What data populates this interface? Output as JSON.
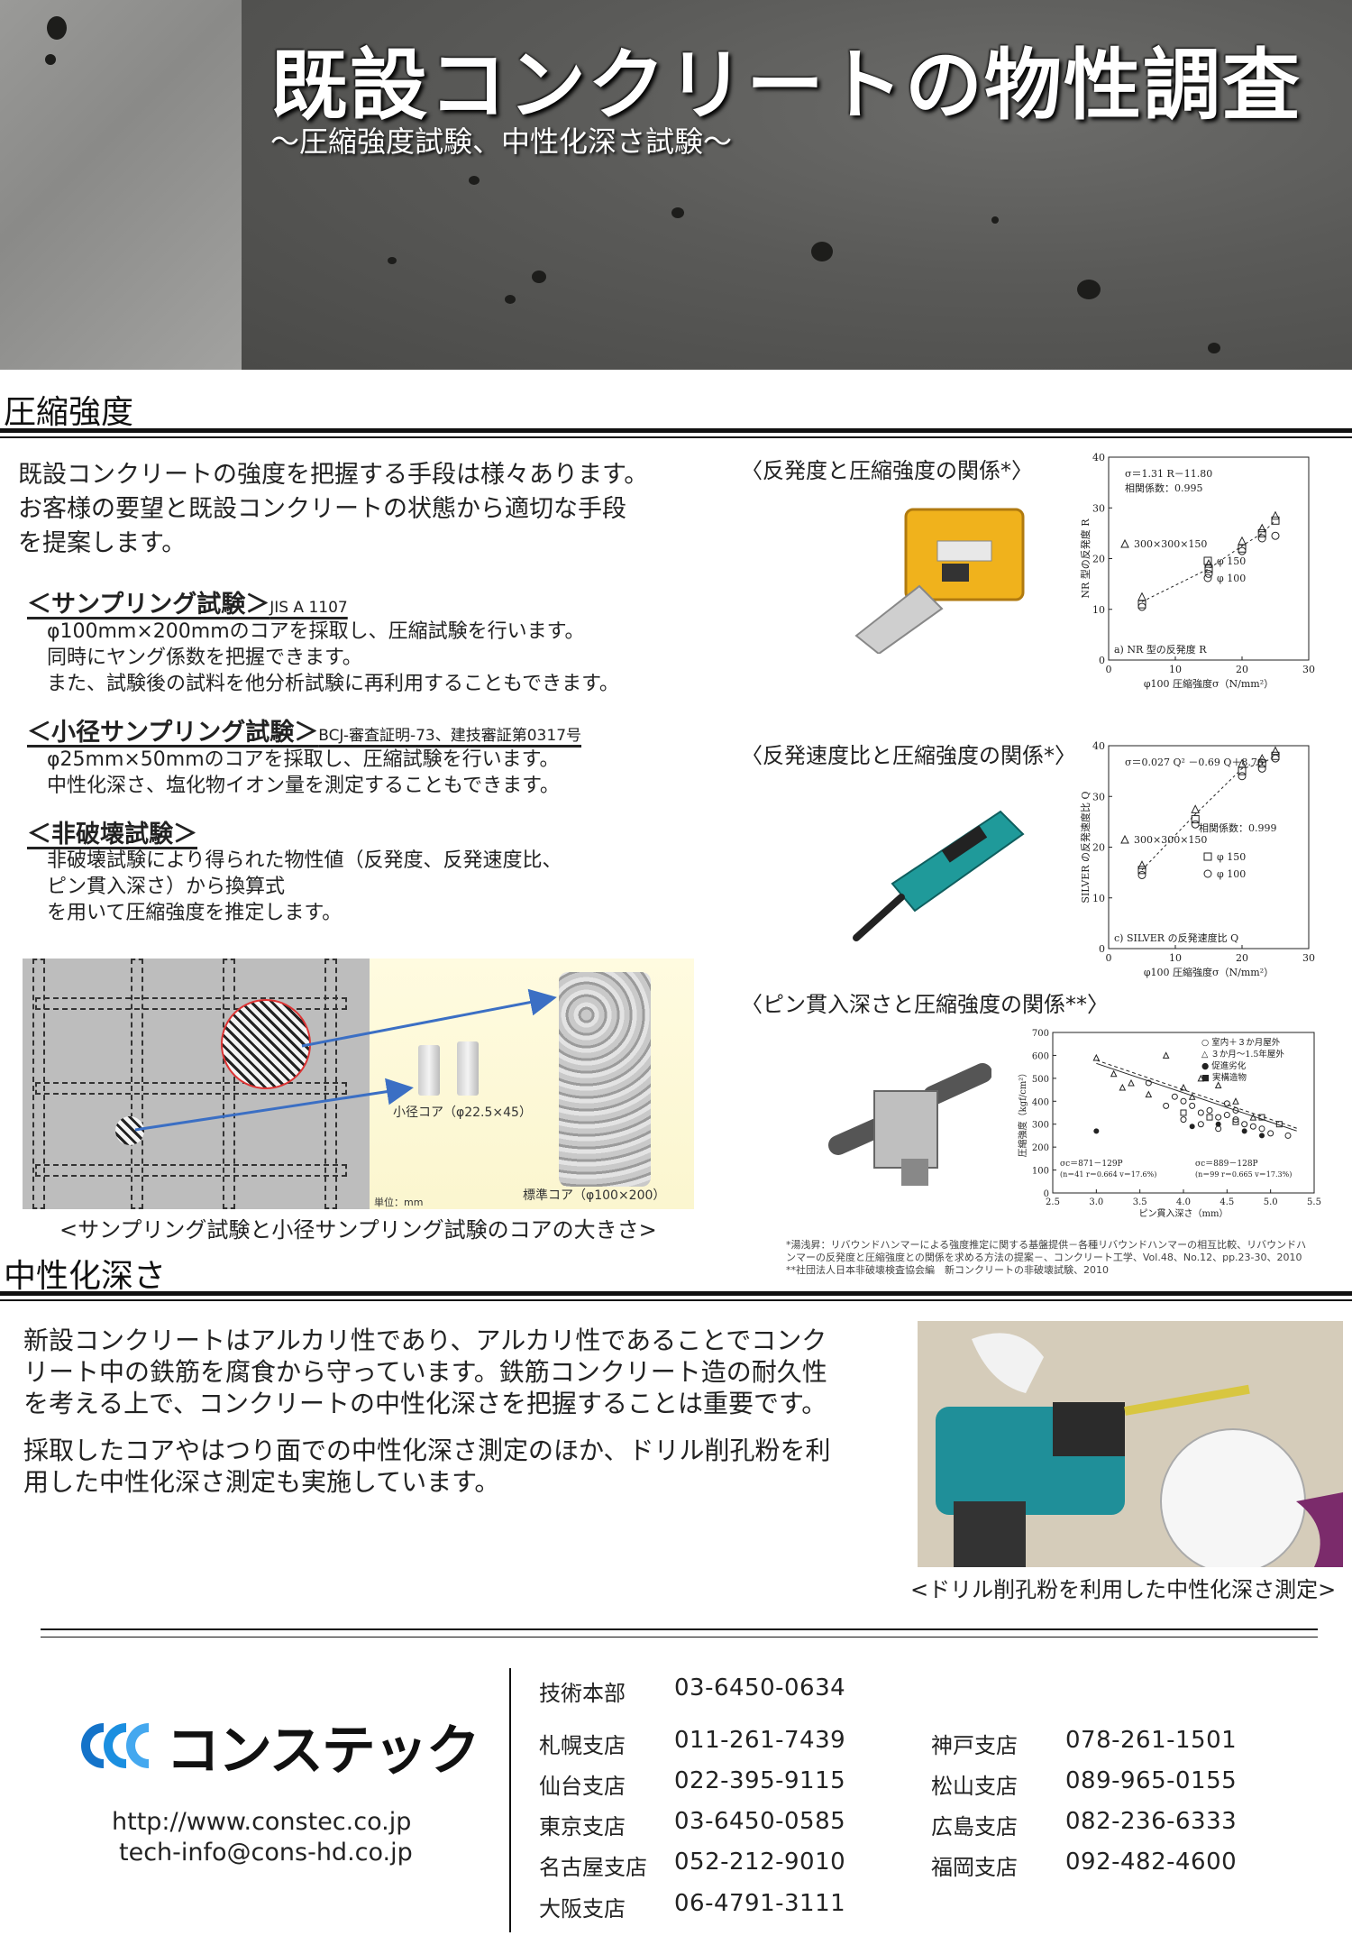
{
  "banner": {
    "title": "既設コンクリートの物性調査",
    "subtitle": "〜圧縮強度試験、中性化深さ試験〜"
  },
  "compression": {
    "heading": "圧縮強度",
    "intro": [
      "既設コンクリートの強度を把握する手段は様々あります。",
      "お客様の要望と既設コンクリートの状態から適切な手段",
      "を提案します。"
    ],
    "sampling": {
      "title": "＜サンプリング試験＞",
      "standard": "JIS A 1107",
      "lines": [
        "φ100mm×200mmのコアを採取し、圧縮試験を行います。",
        "同時にヤング係数を把握できます。",
        "また、試験後の試料を他分析試験に再利用することもできます。"
      ]
    },
    "small_sampling": {
      "title": "＜小径サンプリング試験＞",
      "standard": "BCJ-審査証明-73、建技審証第0317号",
      "lines": [
        "φ25mm×50mmのコアを採取し、圧縮試験を行います。",
        "中性化深さ、塩化物イオン量を測定することもできます。"
      ]
    },
    "nondestructive": {
      "title": "＜非破壊試験＞",
      "lines": [
        "非破壊試験により得られた物性値（反発度、反発速度比、",
        "ピン貫入深さ）から換算式",
        "を用いて圧縮強度を推定します。"
      ]
    },
    "core_figure": {
      "small_core_label": "小径コア（φ22.5×45）",
      "std_core_label": "標準コア（φ100×200）",
      "unit": "単位：mm",
      "caption": "<サンプリング試験と小径サンプリング試験のコアの大きさ>"
    }
  },
  "charts": [
    {
      "heading": "〈反発度と圧縮強度の関係*〉",
      "chart_data": {
        "type": "scatter",
        "title": "a)  NR 型の反発度 R",
        "xlabel": "φ100 圧縮強度σ（N/mm²）",
        "ylabel": "NR 型の反発度 R",
        "xlim": [
          0,
          30
        ],
        "ylim": [
          0,
          40
        ],
        "xticks": [
          "0",
          "10",
          "20",
          "30"
        ],
        "yticks": [
          "0",
          "10",
          "20",
          "30",
          "40"
        ],
        "equation": "σ＝1.31 R－11.80",
        "corr": "相関係数：0.995",
        "legend": [
          "300×300×150",
          "φ 150",
          "φ 100"
        ],
        "series": [
          {
            "name": "300×300×150",
            "marker": "triangle",
            "values": [
              [
                5,
                12.5
              ],
              [
                15,
                19
              ],
              [
                20,
                23.5
              ],
              [
                23,
                26
              ],
              [
                25,
                28.5
              ]
            ]
          },
          {
            "name": "φ 150",
            "marker": "square",
            "values": [
              [
                5,
                11
              ],
              [
                15,
                18
              ],
              [
                20,
                22
              ],
              [
                23,
                25
              ],
              [
                25,
                27.5
              ]
            ]
          },
          {
            "name": "φ 100",
            "marker": "circle",
            "values": [
              [
                5,
                10.5
              ],
              [
                15,
                17
              ],
              [
                20,
                21.5
              ],
              [
                23,
                24
              ],
              [
                25,
                24.5
              ]
            ]
          }
        ]
      }
    },
    {
      "heading": "〈反発速度比と圧縮強度の関係*〉",
      "chart_data": {
        "type": "scatter",
        "title": "c)  SILVER の反発速度比 Q",
        "xlabel": "φ100 圧縮強度σ（N/mm²）",
        "ylabel": "SILVER の反発速度比 Q",
        "xlim": [
          0,
          30
        ],
        "ylim": [
          0,
          40
        ],
        "xticks": [
          "0",
          "10",
          "20",
          "30"
        ],
        "yticks": [
          "0",
          "10",
          "20",
          "30",
          "40"
        ],
        "equation": "σ＝0.027 Q² －0.69 Q＋8.76",
        "corr": "相関係数：0.999",
        "legend": [
          "300×300×150",
          "φ 150",
          "φ 100"
        ],
        "series": [
          {
            "name": "300×300×150",
            "marker": "triangle",
            "values": [
              [
                5,
                16.5
              ],
              [
                13,
                27.5
              ],
              [
                20,
                36.5
              ],
              [
                23,
                37.5
              ],
              [
                25,
                39
              ]
            ]
          },
          {
            "name": "φ 150",
            "marker": "square",
            "values": [
              [
                5,
                15.5
              ],
              [
                13,
                25.5
              ],
              [
                20,
                35
              ],
              [
                23,
                36.5
              ],
              [
                25,
                38
              ]
            ]
          },
          {
            "name": "φ 100",
            "marker": "circle",
            "values": [
              [
                5,
                14.5
              ],
              [
                13,
                24.5
              ],
              [
                20,
                34
              ],
              [
                23,
                35.5
              ],
              [
                25,
                37.5
              ]
            ]
          }
        ]
      }
    },
    {
      "heading": "〈ピン貫入深さと圧縮強度の関係**〉",
      "chart_data": {
        "type": "scatter",
        "xlabel": "ピン貫入深さ（mm）",
        "ylabel": "圧縮強度（kgf/cm²）",
        "xlim": [
          2.5,
          5.5
        ],
        "ylim": [
          0,
          700
        ],
        "xticks": [
          "2.5",
          "3.0",
          "3.5",
          "4.0",
          "4.5",
          "5.0",
          "5.5"
        ],
        "yticks": [
          "0",
          "100",
          "200",
          "300",
          "400",
          "500",
          "600",
          "700"
        ],
        "legend": [
          "○ 室内＋３か月屋外",
          "△ ３か月〜1.5年屋外",
          "● 促進劣化",
          "■ 実構造物"
        ],
        "eq1": "σc＝871－129P",
        "eq1_stats": "(n＝41   r＝0.664   v＝17.6%)",
        "eq2": "σc＝889－128P",
        "eq2_stats": "(n＝99   r＝0.665   v＝17.3%)",
        "series": [
          {
            "name": "○ 室内＋３か月屋外",
            "marker": "circle",
            "values": [
              [
                3.6,
                480
              ],
              [
                3.9,
                420
              ],
              [
                4.0,
                400
              ],
              [
                4.1,
                380
              ],
              [
                4.2,
                350
              ],
              [
                4.3,
                360
              ],
              [
                4.4,
                330
              ],
              [
                4.5,
                340
              ],
              [
                4.6,
                320
              ],
              [
                4.7,
                300
              ],
              [
                4.8,
                290
              ],
              [
                4.9,
                280
              ],
              [
                5.0,
                260
              ],
              [
                4.2,
                300
              ],
              [
                4.4,
                280
              ],
              [
                3.8,
                380
              ],
              [
                4.6,
                360
              ],
              [
                5.2,
                250
              ],
              [
                4.0,
                320
              ],
              [
                4.5,
                390
              ]
            ]
          },
          {
            "name": "△ ３か月〜1.5年屋外",
            "marker": "triangle",
            "values": [
              [
                3.0,
                590
              ],
              [
                3.2,
                520
              ],
              [
                3.4,
                480
              ],
              [
                3.6,
                430
              ],
              [
                3.8,
                600
              ],
              [
                4.0,
                460
              ],
              [
                4.2,
                500
              ],
              [
                4.4,
                470
              ],
              [
                4.6,
                400
              ],
              [
                4.8,
                330
              ],
              [
                3.3,
                460
              ],
              [
                4.1,
                420
              ]
            ]
          },
          {
            "name": "● 促進劣化",
            "marker": "dot",
            "values": [
              [
                3.0,
                270
              ],
              [
                4.1,
                290
              ],
              [
                4.4,
                300
              ],
              [
                4.7,
                270
              ],
              [
                4.9,
                250
              ]
            ]
          },
          {
            "name": "■ 実構造物",
            "marker": "square",
            "values": [
              [
                4.0,
                350
              ],
              [
                4.3,
                330
              ],
              [
                4.6,
                310
              ],
              [
                4.9,
                330
              ],
              [
                5.1,
                300
              ]
            ]
          }
        ]
      }
    }
  ],
  "references": [
    "*湯浅昇：リバウンドハンマーによる強度推定に関する基盤提供－各種リバウンドハンマーの相互比較、リバウンドハ",
    "ンマーの反発度と圧縮強度との関係を求める方法の提案－、コンクリート工学、Vol.48、No.12、pp.23-30、2010",
    "**社団法人日本非破壊検査協会編　新コンクリートの非破壊試験、2010"
  ],
  "carbonation": {
    "heading": "中性化深さ",
    "para1": [
      "新設コンクリートはアルカリ性であり、アルカリ性であることでコンク",
      "リート中の鉄筋を腐食から守っています。鉄筋コンクリート造の耐久性",
      "を考える上で、コンクリートの中性化深さを把握することは重要です。"
    ],
    "para2": [
      "採取したコアやはつり面での中性化深さ測定のほか、ドリル削孔粉を利",
      "用した中性化深さ測定も実施しています。"
    ],
    "photo_caption": "<ドリル削孔粉を利用した中性化深さ測定>"
  },
  "footer": {
    "company": "コンステック",
    "url": "http://www.constec.co.jp",
    "email": "tech-info@cons-hd.co.jp",
    "offices_left": [
      {
        "name": "技術本部",
        "phone": "03-6450-0634"
      },
      {
        "name": "札幌支店",
        "phone": "011-261-7439"
      },
      {
        "name": "仙台支店",
        "phone": "022-395-9115"
      },
      {
        "name": "東京支店",
        "phone": "03-6450-0585"
      },
      {
        "name": "名古屋支店",
        "phone": "052-212-9010"
      },
      {
        "name": "大阪支店",
        "phone": "06-4791-3111"
      }
    ],
    "offices_right": [
      {
        "name": "神戸支店",
        "phone": "078-261-1501"
      },
      {
        "name": "松山支店",
        "phone": "089-965-0155"
      },
      {
        "name": "広島支店",
        "phone": "082-236-6333"
      },
      {
        "name": "福岡支店",
        "phone": "092-482-4600"
      }
    ]
  }
}
